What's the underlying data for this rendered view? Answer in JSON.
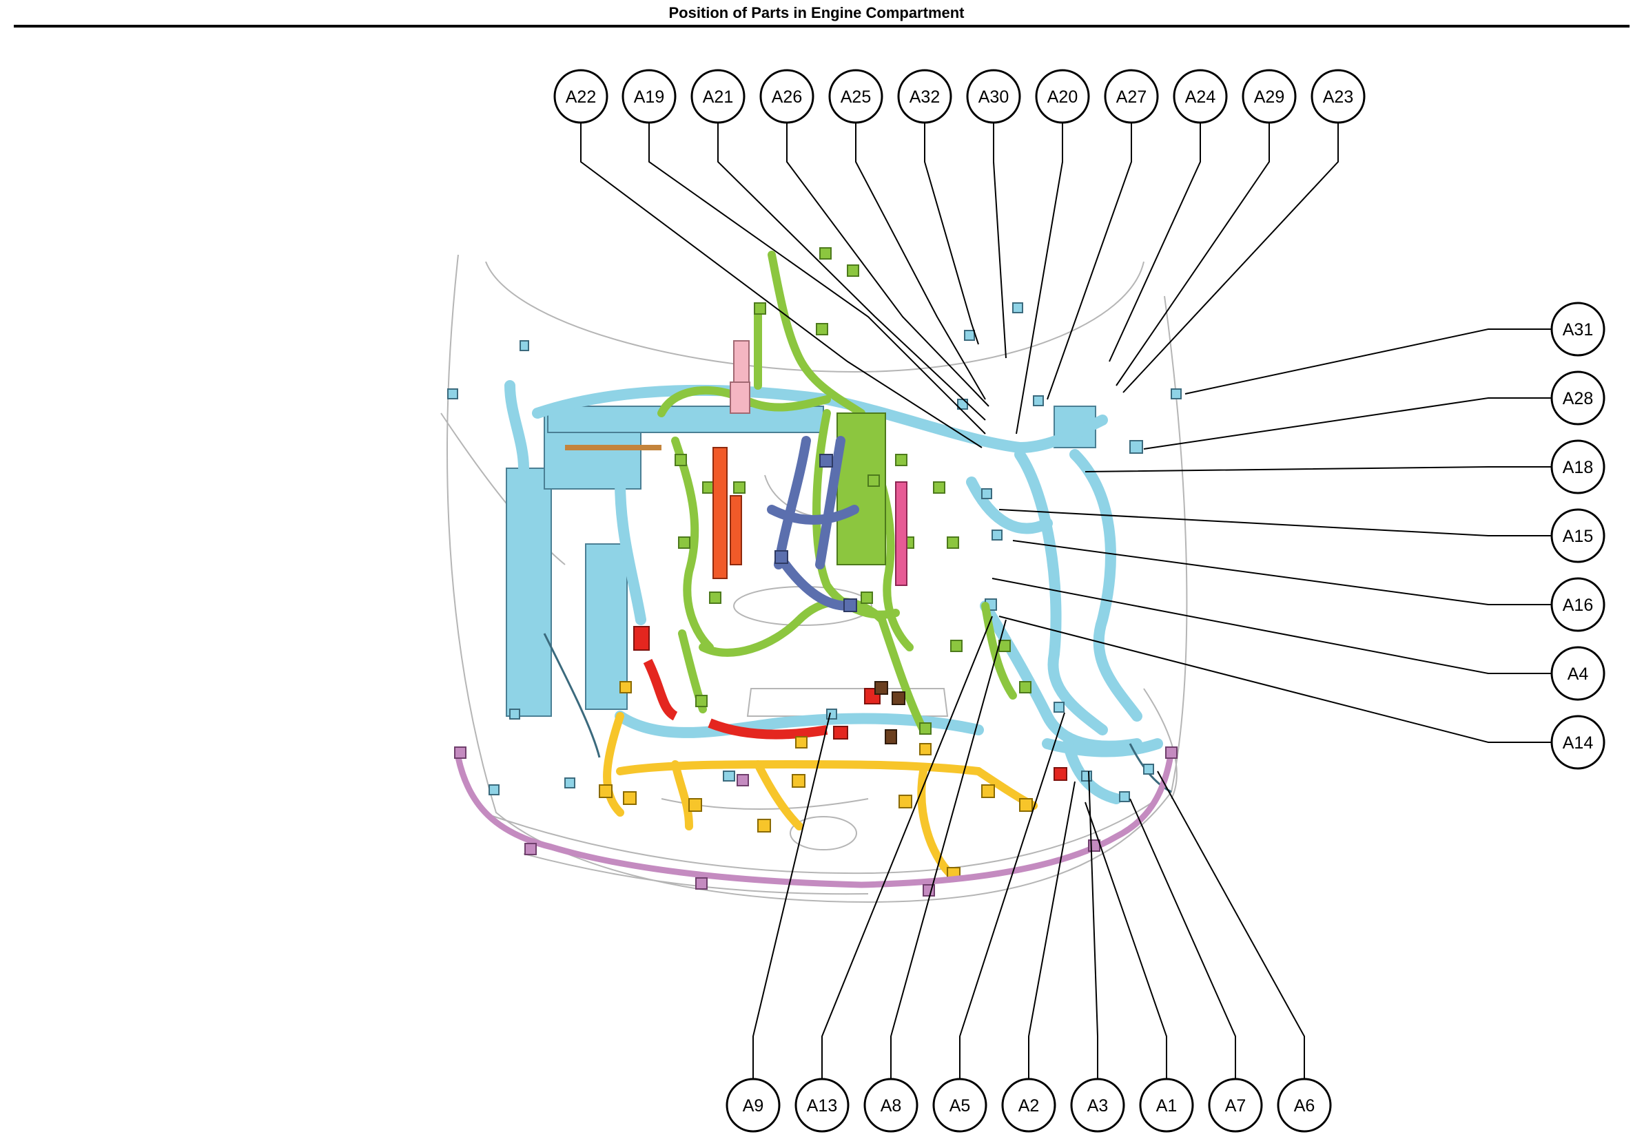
{
  "title": "Position of Parts in Engine Compartment",
  "colors": {
    "harness_blue": "#8fd3e6",
    "harness_green": "#8cc63f",
    "harness_navy": "#5b6fae",
    "harness_red": "#e4261f",
    "harness_orange": "#f15a29",
    "harness_yellow": "#f7c52a",
    "harness_purple": "#c48bc0",
    "harness_pink": "#f4b6c2",
    "harness_brown": "#6b3f1f",
    "outline_gray": "#b5b5b5",
    "callout_line": "#000000"
  },
  "callouts_top": [
    "A22",
    "A19",
    "A21",
    "A26",
    "A25",
    "A32",
    "A30",
    "A20",
    "A27",
    "A24",
    "A29",
    "A23"
  ],
  "callouts_right": [
    "A31",
    "A28",
    "A18",
    "A15",
    "A16",
    "A4",
    "A14"
  ],
  "callouts_bottom": [
    "A9",
    "A13",
    "A8",
    "A5",
    "A2",
    "A3",
    "A1",
    "A7",
    "A6"
  ]
}
